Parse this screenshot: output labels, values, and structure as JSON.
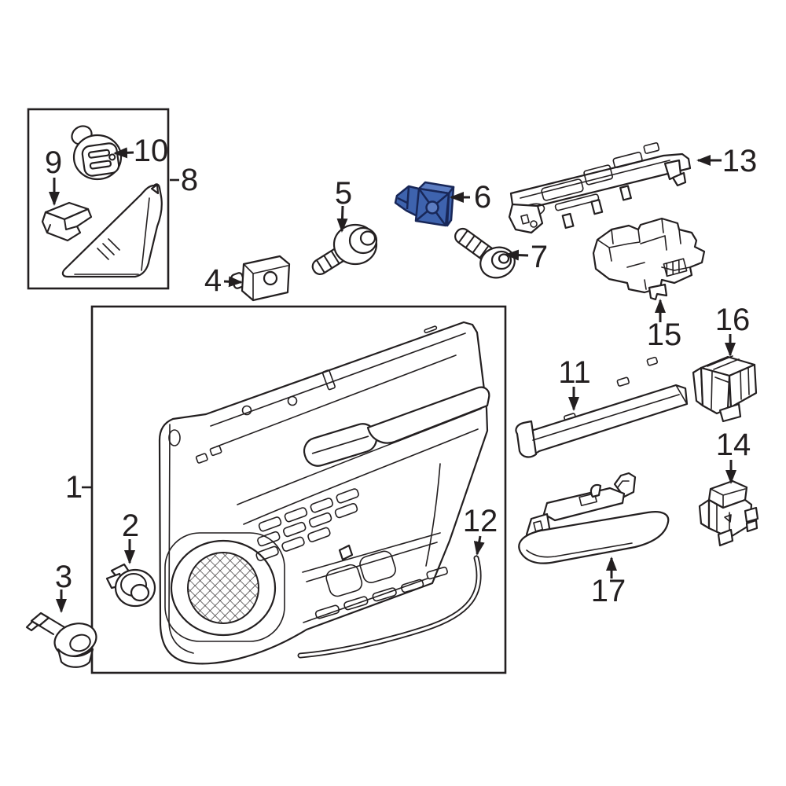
{
  "diagram": {
    "kind": "exploded-parts-diagram",
    "subject": "front-door-interior-trim-panel",
    "background": "#ffffff",
    "line_color": "#231f20",
    "selected_part_number": "6",
    "selected_part_colors": {
      "fill": "#3e63ae",
      "fill_light": "#5c7dc2",
      "outline": "#182758"
    },
    "callouts": [
      {
        "number": "1"
      },
      {
        "number": "2"
      },
      {
        "number": "3"
      },
      {
        "number": "4"
      },
      {
        "number": "5"
      },
      {
        "number": "6"
      },
      {
        "number": "7"
      },
      {
        "number": "8"
      },
      {
        "number": "9"
      },
      {
        "number": "10"
      },
      {
        "number": "11"
      },
      {
        "number": "12"
      },
      {
        "number": "13"
      },
      {
        "number": "14"
      },
      {
        "number": "15"
      },
      {
        "number": "16"
      },
      {
        "number": "17"
      }
    ]
  }
}
